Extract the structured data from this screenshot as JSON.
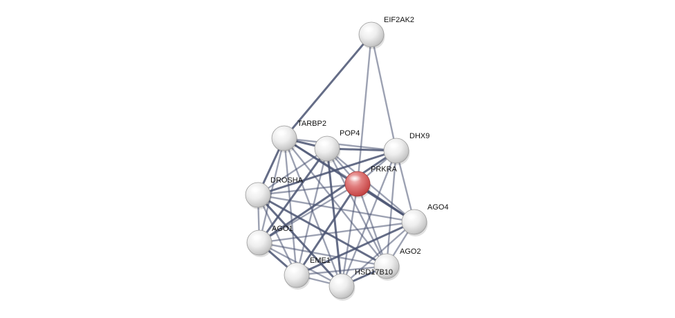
{
  "network": {
    "focus_color": "#d04747",
    "node_color": "#e6e6e6",
    "edge_color": "#4a5472",
    "nodes": [
      {
        "id": "EIF2AK2",
        "label": "EIF2AK2",
        "focus": false
      },
      {
        "id": "TARBP2",
        "label": "TARBP2",
        "focus": false
      },
      {
        "id": "POP4",
        "label": "POP4",
        "focus": false
      },
      {
        "id": "DHX9",
        "label": "DHX9",
        "focus": false
      },
      {
        "id": "PRKRA",
        "label": "PRKRA",
        "focus": true
      },
      {
        "id": "DROSHA",
        "label": "DROSHA",
        "focus": false
      },
      {
        "id": "AGO4",
        "label": "AGO4",
        "focus": false
      },
      {
        "id": "AGO1",
        "label": "AGO1",
        "focus": false
      },
      {
        "id": "AGO2",
        "label": "AGO2",
        "focus": false
      },
      {
        "id": "EME1",
        "label": "EME1",
        "focus": false
      },
      {
        "id": "HSD17B10",
        "label": "HSD17B10",
        "focus": false
      }
    ],
    "edges": [
      [
        "EIF2AK2",
        "TARBP2"
      ],
      [
        "EIF2AK2",
        "PRKRA"
      ],
      [
        "EIF2AK2",
        "DHX9"
      ],
      [
        "TARBP2",
        "POP4"
      ],
      [
        "TARBP2",
        "DHX9"
      ],
      [
        "TARBP2",
        "PRKRA"
      ],
      [
        "TARBP2",
        "DROSHA"
      ],
      [
        "TARBP2",
        "AGO1"
      ],
      [
        "TARBP2",
        "AGO2"
      ],
      [
        "TARBP2",
        "AGO4"
      ],
      [
        "TARBP2",
        "EME1"
      ],
      [
        "TARBP2",
        "HSD17B10"
      ],
      [
        "POP4",
        "DHX9"
      ],
      [
        "POP4",
        "PRKRA"
      ],
      [
        "POP4",
        "DROSHA"
      ],
      [
        "POP4",
        "AGO1"
      ],
      [
        "POP4",
        "AGO2"
      ],
      [
        "POP4",
        "EME1"
      ],
      [
        "POP4",
        "HSD17B10"
      ],
      [
        "POP4",
        "AGO4"
      ],
      [
        "DHX9",
        "PRKRA"
      ],
      [
        "DHX9",
        "DROSHA"
      ],
      [
        "DHX9",
        "AGO4"
      ],
      [
        "DHX9",
        "AGO2"
      ],
      [
        "DHX9",
        "AGO1"
      ],
      [
        "DHX9",
        "HSD17B10"
      ],
      [
        "PRKRA",
        "DROSHA"
      ],
      [
        "PRKRA",
        "AGO4"
      ],
      [
        "PRKRA",
        "AGO1"
      ],
      [
        "PRKRA",
        "AGO2"
      ],
      [
        "PRKRA",
        "EME1"
      ],
      [
        "PRKRA",
        "HSD17B10"
      ],
      [
        "DROSHA",
        "AGO1"
      ],
      [
        "DROSHA",
        "AGO2"
      ],
      [
        "DROSHA",
        "AGO4"
      ],
      [
        "DROSHA",
        "EME1"
      ],
      [
        "DROSHA",
        "HSD17B10"
      ],
      [
        "AGO4",
        "AGO2"
      ],
      [
        "AGO4",
        "AGO1"
      ],
      [
        "AGO4",
        "EME1"
      ],
      [
        "AGO4",
        "HSD17B10"
      ],
      [
        "AGO1",
        "AGO2"
      ],
      [
        "AGO1",
        "EME1"
      ],
      [
        "AGO1",
        "HSD17B10"
      ],
      [
        "AGO2",
        "EME1"
      ],
      [
        "AGO2",
        "HSD17B10"
      ],
      [
        "EME1",
        "HSD17B10"
      ]
    ]
  }
}
